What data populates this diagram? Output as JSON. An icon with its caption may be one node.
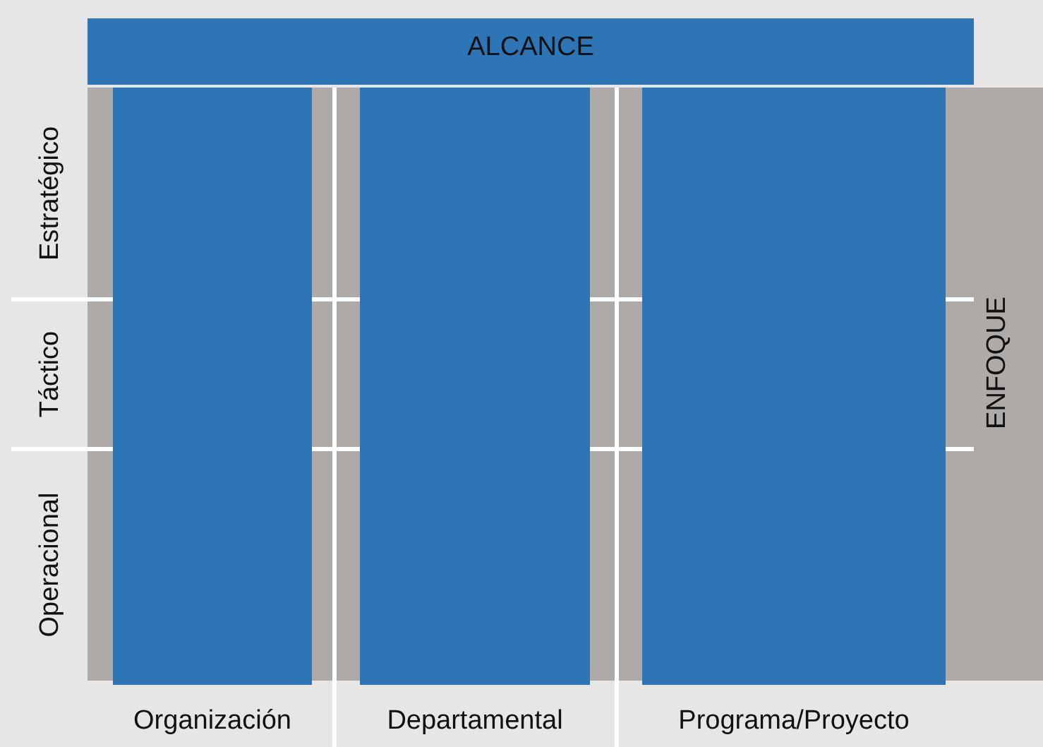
{
  "diagram": {
    "nodes": [
      {
        "text": [
          "ALCANCE"
        ]
      },
      {
        "text": [
          "ENFOQUE"
        ]
      },
      {
        "text": [
          "Organización"
        ]
      },
      {
        "text": [
          "Departamental"
        ]
      },
      {
        "text": [
          "Programa/Proyecto"
        ]
      }
    ],
    "edges": [],
    "labels": [
      "Estratégico",
      "Táctico",
      "Operacional"
    ]
  }
}
